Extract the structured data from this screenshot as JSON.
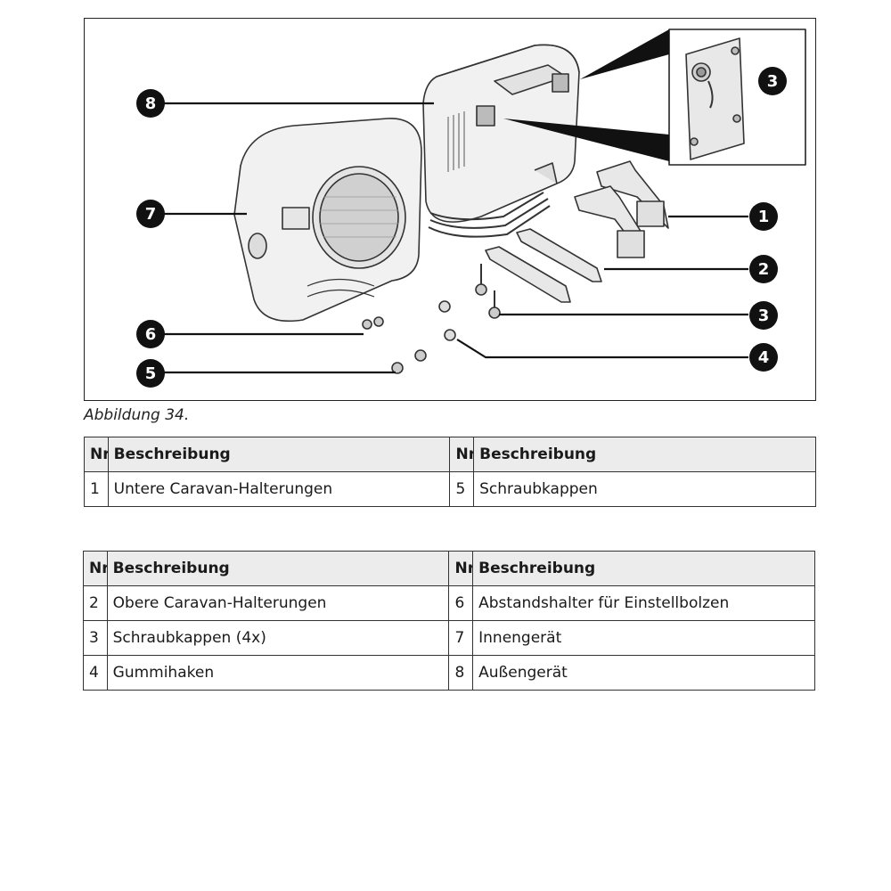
{
  "figure": {
    "callouts": [
      {
        "number": "8"
      },
      {
        "number": "7"
      },
      {
        "number": "6"
      },
      {
        "number": "5"
      },
      {
        "number": "3"
      },
      {
        "number": "1"
      },
      {
        "number": "2"
      },
      {
        "number": "3"
      },
      {
        "number": "4"
      }
    ]
  },
  "caption": "Abbildung 34.",
  "table1": {
    "headers": [
      "Nr.",
      "Beschreibung",
      "Nr.",
      "Beschreibung"
    ],
    "rows": [
      [
        "1",
        "Untere Caravan-Halterungen",
        "5",
        "Schraubkappen"
      ]
    ]
  },
  "table2": {
    "headers": [
      "Nr.",
      "Beschreibung",
      "Nr.",
      "Beschreibung"
    ],
    "rows": [
      [
        "2",
        "Obere Caravan-Halterungen",
        "6",
        "Abstandshalter für Einstellbolzen"
      ],
      [
        "3",
        "Schraubkappen (4x)",
        "7",
        "Innengerät"
      ],
      [
        "4",
        "Gummihaken",
        "8",
        "Außengerät"
      ]
    ]
  }
}
